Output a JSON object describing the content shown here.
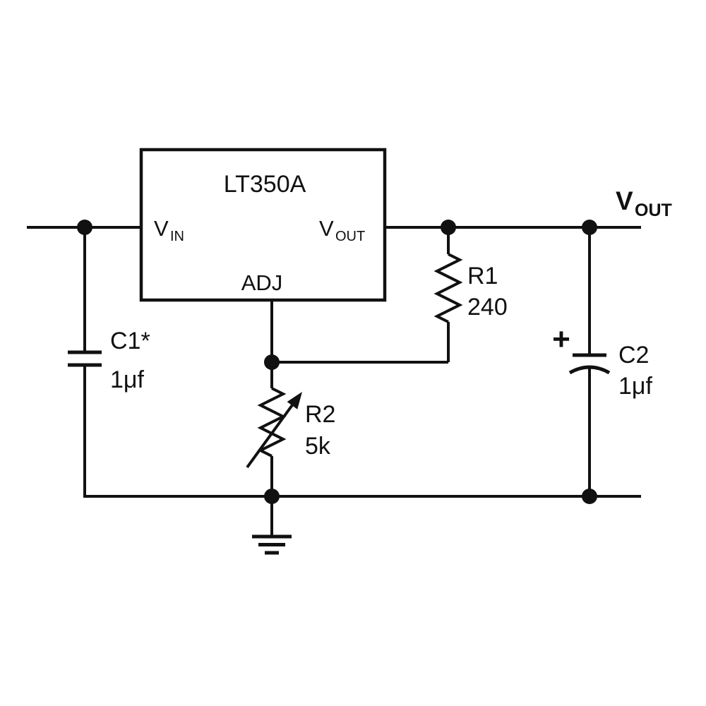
{
  "diagram": {
    "type": "circuit-schematic",
    "background_color": "#ffffff",
    "line_color": "#111111"
  },
  "ic": {
    "label": "LT350A",
    "pin_vin": {
      "base": "V",
      "sub": "IN"
    },
    "pin_vout": {
      "base": "V",
      "sub": "OUT"
    },
    "pin_adj": "ADJ"
  },
  "net_labels": {
    "vout": {
      "base": "V",
      "sub": "OUT"
    }
  },
  "components": {
    "r1": {
      "ref": "R1",
      "value": "240"
    },
    "r2": {
      "ref": "R2",
      "value": "5k"
    },
    "c1": {
      "ref": "C1*",
      "value": "1μf"
    },
    "c2": {
      "ref": "C2",
      "value": "1μf",
      "polarity_mark": "+"
    }
  }
}
